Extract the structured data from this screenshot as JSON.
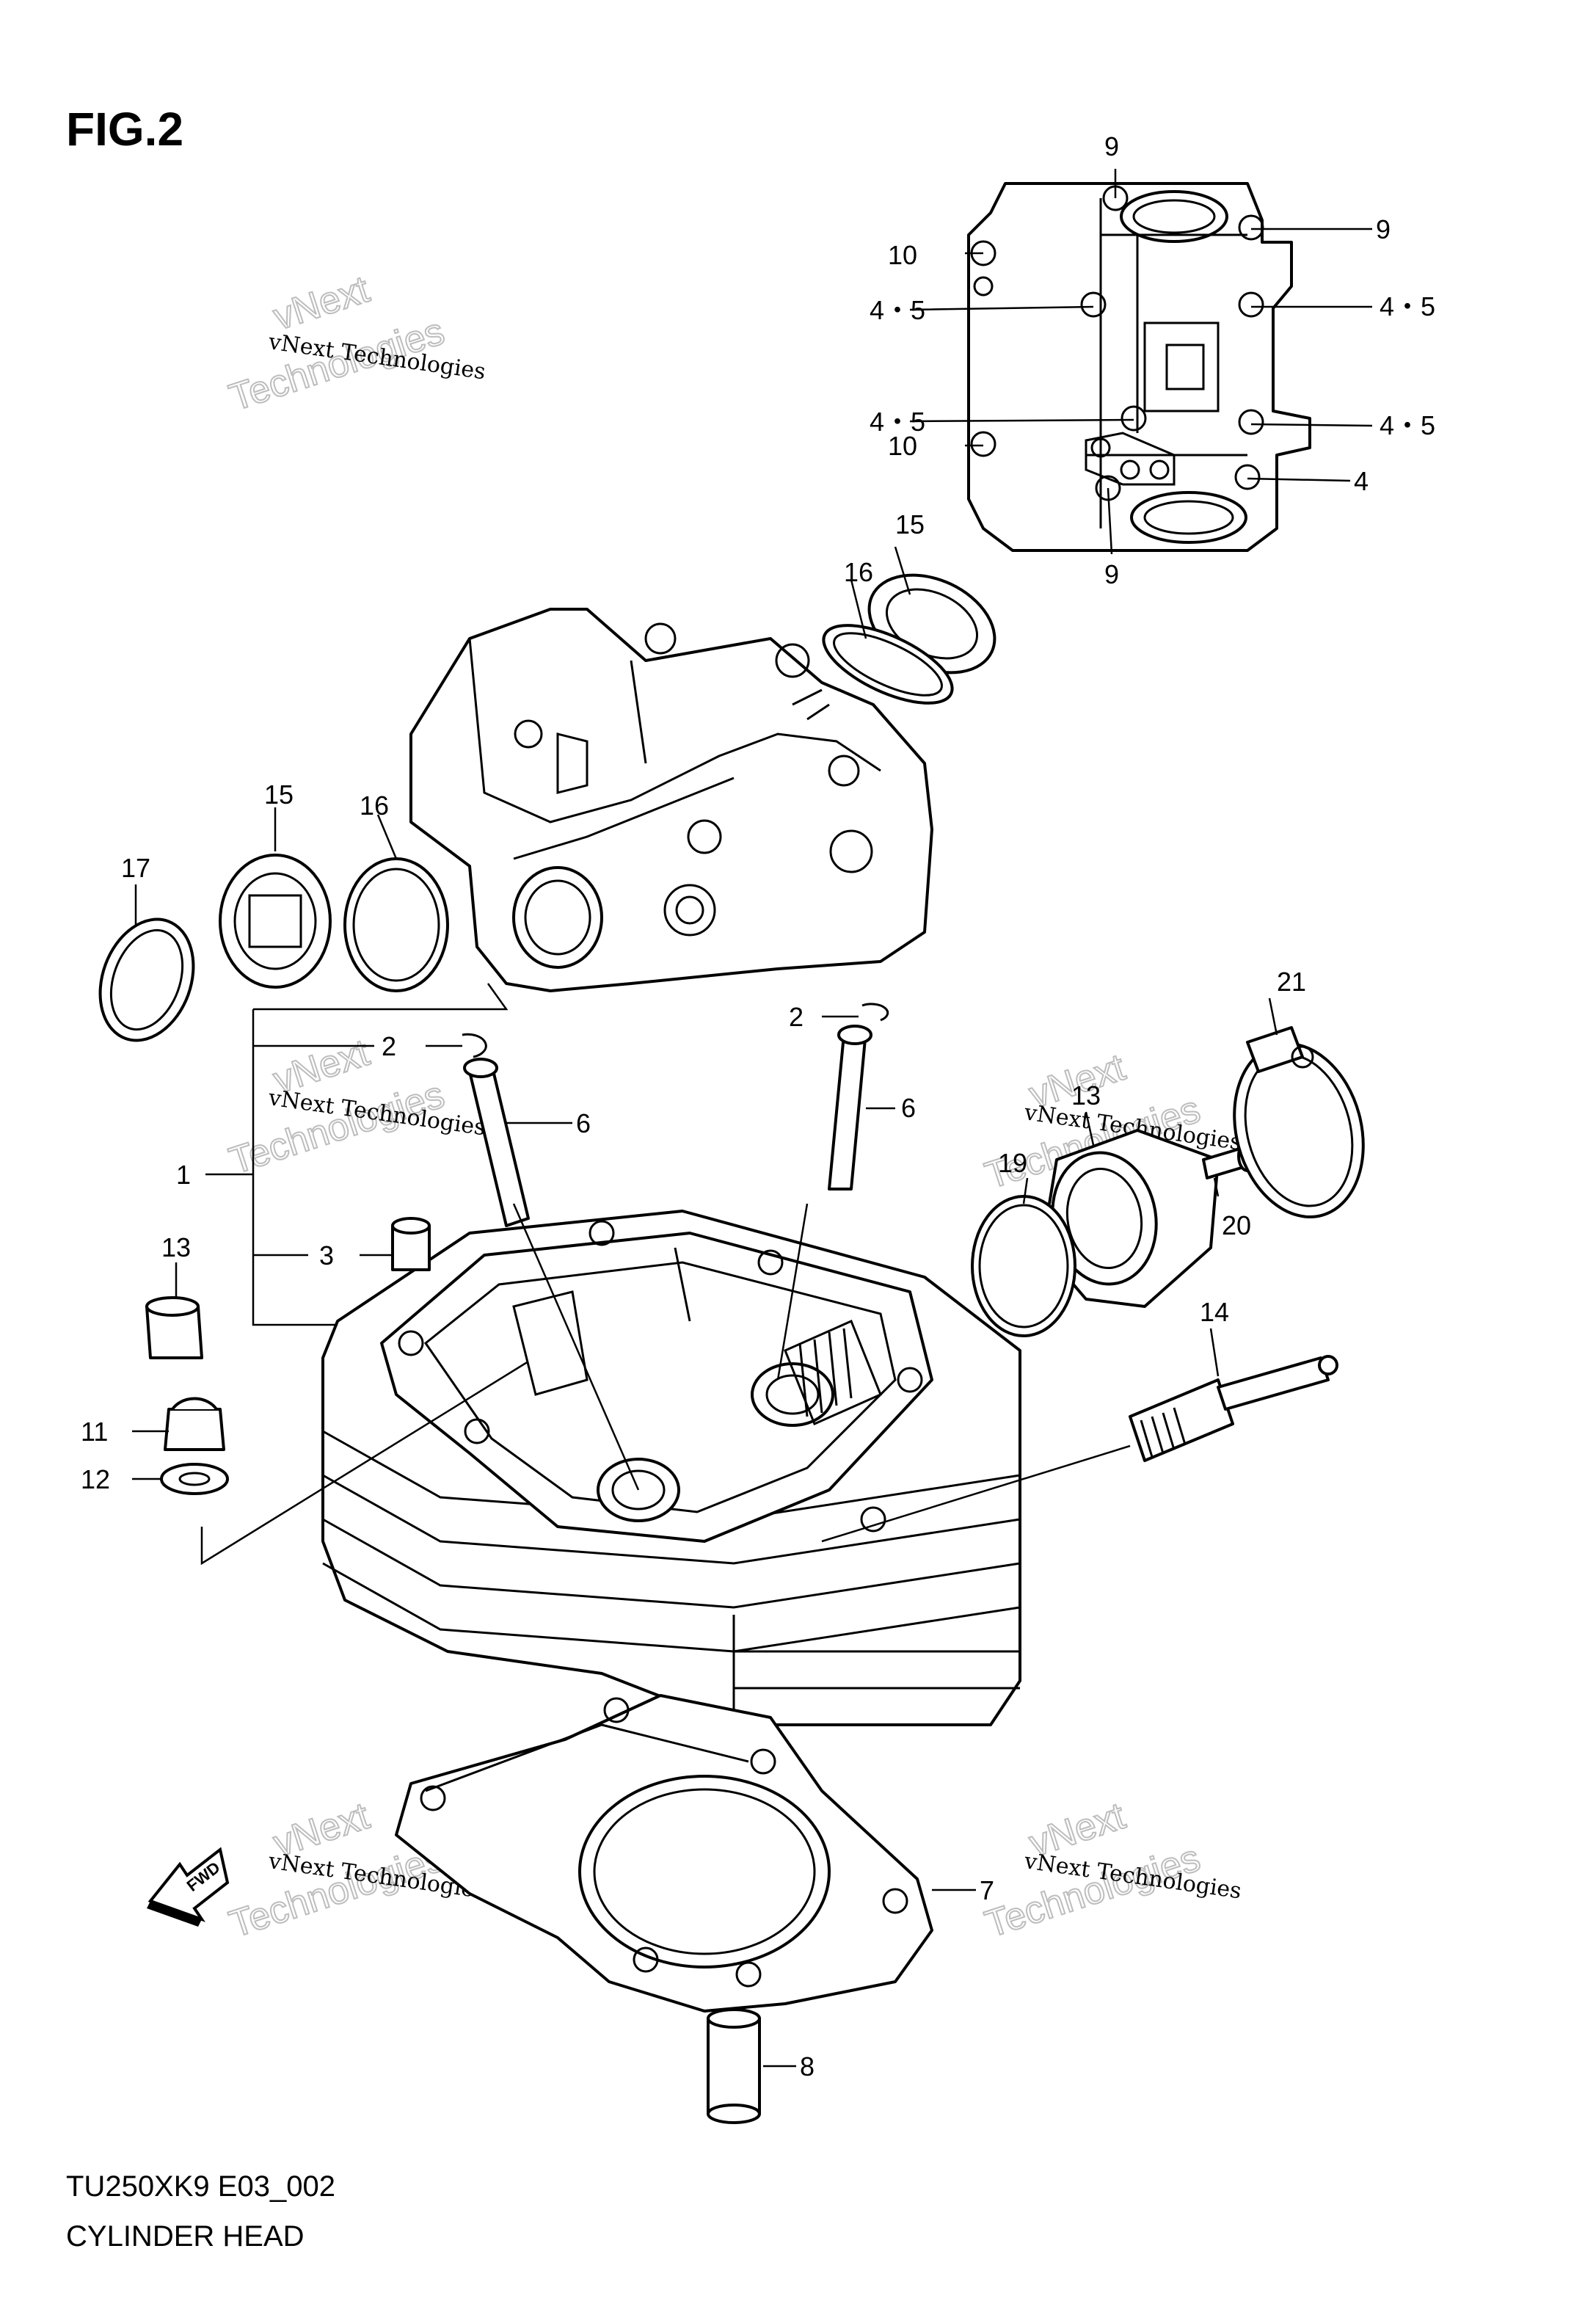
{
  "figure": {
    "title": "FIG.2",
    "model_code": "TU250XK9 E03_002",
    "caption": "CYLINDER HEAD"
  },
  "watermark": {
    "line1": "vNext Technologies",
    "line2": "Technologies",
    "line3": "vNext"
  },
  "fwd_arrow": {
    "label": "FWD"
  },
  "callouts": {
    "c1": "1",
    "c2a": "2",
    "c2b": "2",
    "c3": "3",
    "c4": "4",
    "c45a": "4・5",
    "c45b": "4・5",
    "c45c": "4・5",
    "c45d": "4・5",
    "c6a": "6",
    "c6b": "6",
    "c7": "7",
    "c8": "8",
    "c9a": "9",
    "c9b": "9",
    "c9c": "9",
    "c10a": "10",
    "c10b": "10",
    "c11": "11",
    "c12": "12",
    "c13a": "13",
    "c13b": "13",
    "c14": "14",
    "c15a": "15",
    "c15b": "15",
    "c16a": "16",
    "c16b": "16",
    "c17": "17",
    "c19": "19",
    "c20": "20",
    "c21": "21"
  }
}
